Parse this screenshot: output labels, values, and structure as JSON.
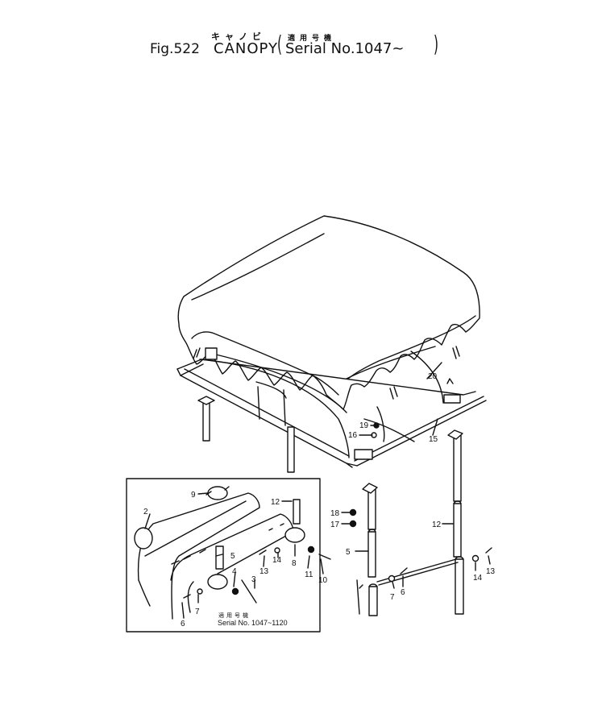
{
  "title": {
    "fig": "Fig.522",
    "name": "CANOPY",
    "kana": "キャノビ",
    "applicable_jp": "適用号機",
    "open_paren": "(",
    "serial": "Serial No.1047~",
    "close_paren": ")"
  },
  "inset": {
    "caption_jp": "適用号機",
    "caption_serial": "Serial No. 1047~1120"
  },
  "callouts": [
    "20",
    "19",
    "16",
    "15",
    "18",
    "17",
    "12",
    "5",
    "7",
    "6",
    "14",
    "13",
    "9",
    "2",
    "12",
    "5",
    "4",
    "3",
    "7",
    "6",
    "13",
    "14",
    "8",
    "11",
    "10"
  ]
}
